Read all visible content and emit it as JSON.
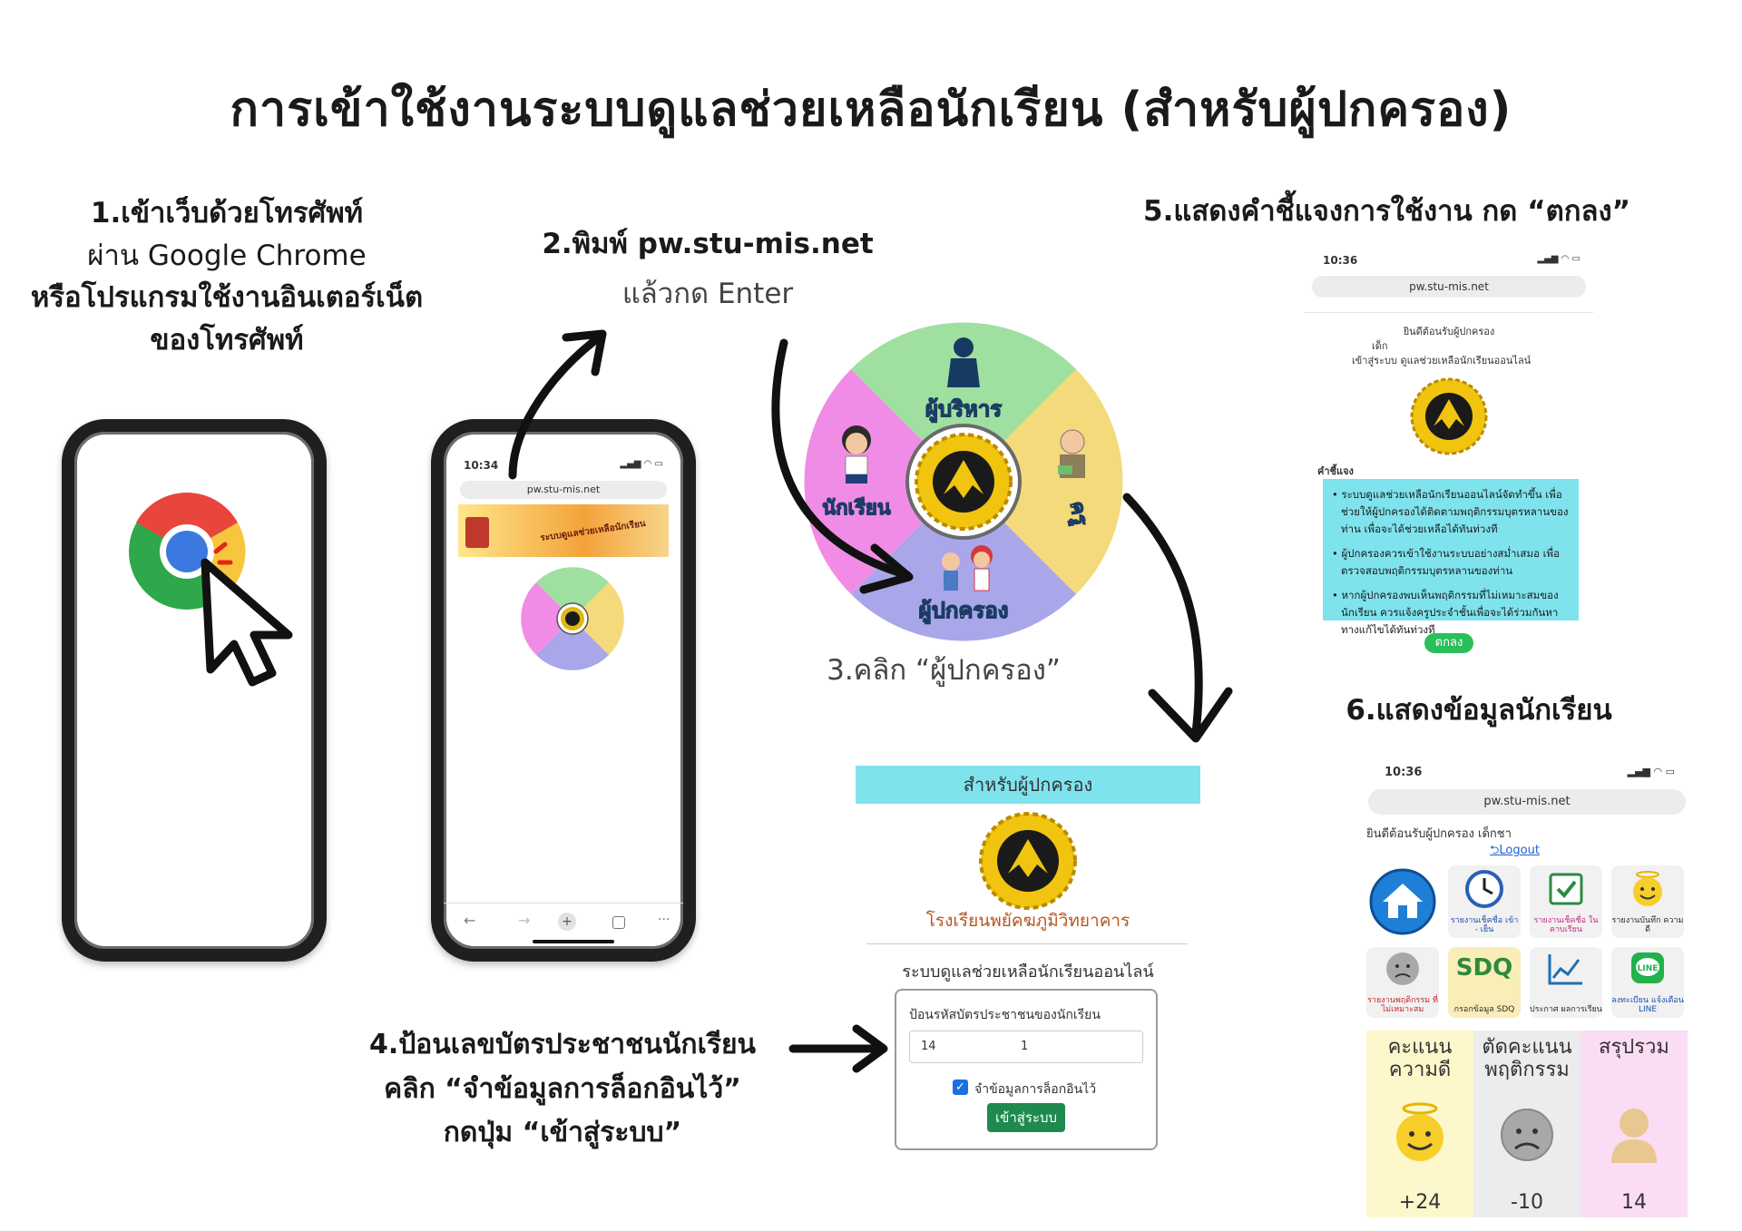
{
  "title": "การเข้าใช้งานระบบดูแลช่วยเหลือนักเรียน (สำหรับผู้ปกครอง)",
  "step1": {
    "lines": [
      "1.เข้าเว็บด้วยโทรศัพท์",
      "ผ่าน Google Chrome",
      "หรือโปรแกรมใช้งานอินเตอร์เน็ต",
      "ของโทรศัพท์"
    ]
  },
  "step2": {
    "line1": "2.พิมพ์ pw.stu-mis.net",
    "line2": "แล้วกด Enter"
  },
  "step3": {
    "label": "3.คลิก “ผู้ปกครอง”",
    "wheel": {
      "top": "ผู้บริหาร",
      "left": "นักเรียน",
      "right": "ครู",
      "bottom": "ผู้ปกครอง"
    }
  },
  "step4": {
    "lines": [
      "4.ป้อนเลขบัตรประชาชนนักเรียน",
      "คลิก “จำข้อมูลการล็อกอินไว้”",
      "กดปุ่ม “เข้าสู่ระบบ”"
    ]
  },
  "step5": {
    "label": "5.แสดงคำชี้แจงการใช้งาน กด “ตกลง”"
  },
  "step6": {
    "label": "6.แสดงข้อมูลนักเรียน"
  },
  "phone2": {
    "time": "10:34",
    "url": "pw.stu-mis.net",
    "banner_text": "ระบบดูแลช่วยเหลือนักเรียน"
  },
  "login": {
    "header": "สำหรับผู้ปกครอง",
    "school": "โรงเรียนพยัคฆภูมิวิทยาคาร",
    "system": "ระบบดูแลช่วยเหลือนักเรียนออนไลน์",
    "field_label": "ป้อนรหัสบัตรประชาชนของนักเรียน",
    "field_value": "14",
    "field_value2": "1",
    "remember_label": "จำข้อมูลการล็อกอินไว้",
    "submit_label": "เข้าสู่ระบบ"
  },
  "screen5": {
    "time": "10:36",
    "url": "pw.stu-mis.net",
    "welcome": "ยินดีต้อนรับผู้ปกครอง",
    "child": "เด็ก",
    "enter_system": "เข้าสู่ระบบ ดูแลช่วยเหลือนักเรียนออนไลน์",
    "notes_heading": "คำชี้แจง",
    "notes": [
      "• ระบบดูแลช่วยเหลือนักเรียนออนไลน์จัดทำขึ้น เพื่อช่วยให้ผู้ปกครองได้ติดตามพฤติกรรมบุตรหลานของท่าน เพื่อจะได้ช่วยเหลือได้ทันท่วงที",
      "• ผู้ปกครองควรเข้าใช้งานระบบอย่างสม่ำเสมอ เพื่อตรวจสอบพฤติกรรมบุตรหลานของท่าน",
      "• หากผู้ปกครองพบเห็นพฤติกรรมที่ไม่เหมาะสมของนักเรียน ควรแจ้งครูประจำชั้นเพื่อจะได้ร่วมกันหาทางแก้ไขได้ทันท่วงที"
    ],
    "ok_label": "ตกลง"
  },
  "screen6": {
    "time": "10:36",
    "url": "pw.stu-mis.net",
    "welcome": "ยินดีต้อนรับผู้ปกครอง เด็กชา",
    "logout": "Logout",
    "tiles": [
      {
        "label": "Home",
        "icon": "home-icon",
        "bg": "#e9f6ff"
      },
      {
        "label": "รายงานเช็คชื่อ เข้า - เย็น",
        "icon": "clock-icon",
        "bg": "#dff1ff"
      },
      {
        "label": "รายงานเช็คชื่อ ในคาบเรียน",
        "icon": "calendar-check-icon",
        "bg": "#e6f7e2"
      },
      {
        "label": "รายงานบันทึก ความดี",
        "icon": "smiley-icon",
        "bg": "#fff7d6"
      },
      {
        "label": "รายงานพฤติกรรม ที่ไม่เหมาะสม",
        "icon": "sad-face-icon",
        "bg": "#eeeeee"
      },
      {
        "label": "กรอกข้อมูล SDQ",
        "icon": "sdq-icon",
        "bg": "#fbf3c8"
      },
      {
        "label": "ประกาศ ผลการเรียน",
        "icon": "chart-icon",
        "bg": "#e3f3ff"
      },
      {
        "label": "ลงทะเบียน แจ้งเตือน LINE",
        "icon": "line-icon",
        "bg": "#e4f8e4"
      }
    ],
    "summary": [
      {
        "head": "คะแนนความดี",
        "value": "+24",
        "bg": "#fdf7cc"
      },
      {
        "head": "ตัดคะแนนพฤติกรรม",
        "value": "-10",
        "bg": "#ececec"
      },
      {
        "head": "สรุปรวม",
        "value": "14",
        "bg": "#fbdcf5"
      }
    ]
  },
  "colors": {
    "wheel_green": "#9fe0a0",
    "wheel_yellow": "#f4da7b",
    "wheel_pink": "#f08ce6",
    "wheel_purple": "#a9a6ea",
    "cyan": "#7fe3ee",
    "green_button": "#1e8a4f",
    "school_orange": "#b8561c"
  }
}
